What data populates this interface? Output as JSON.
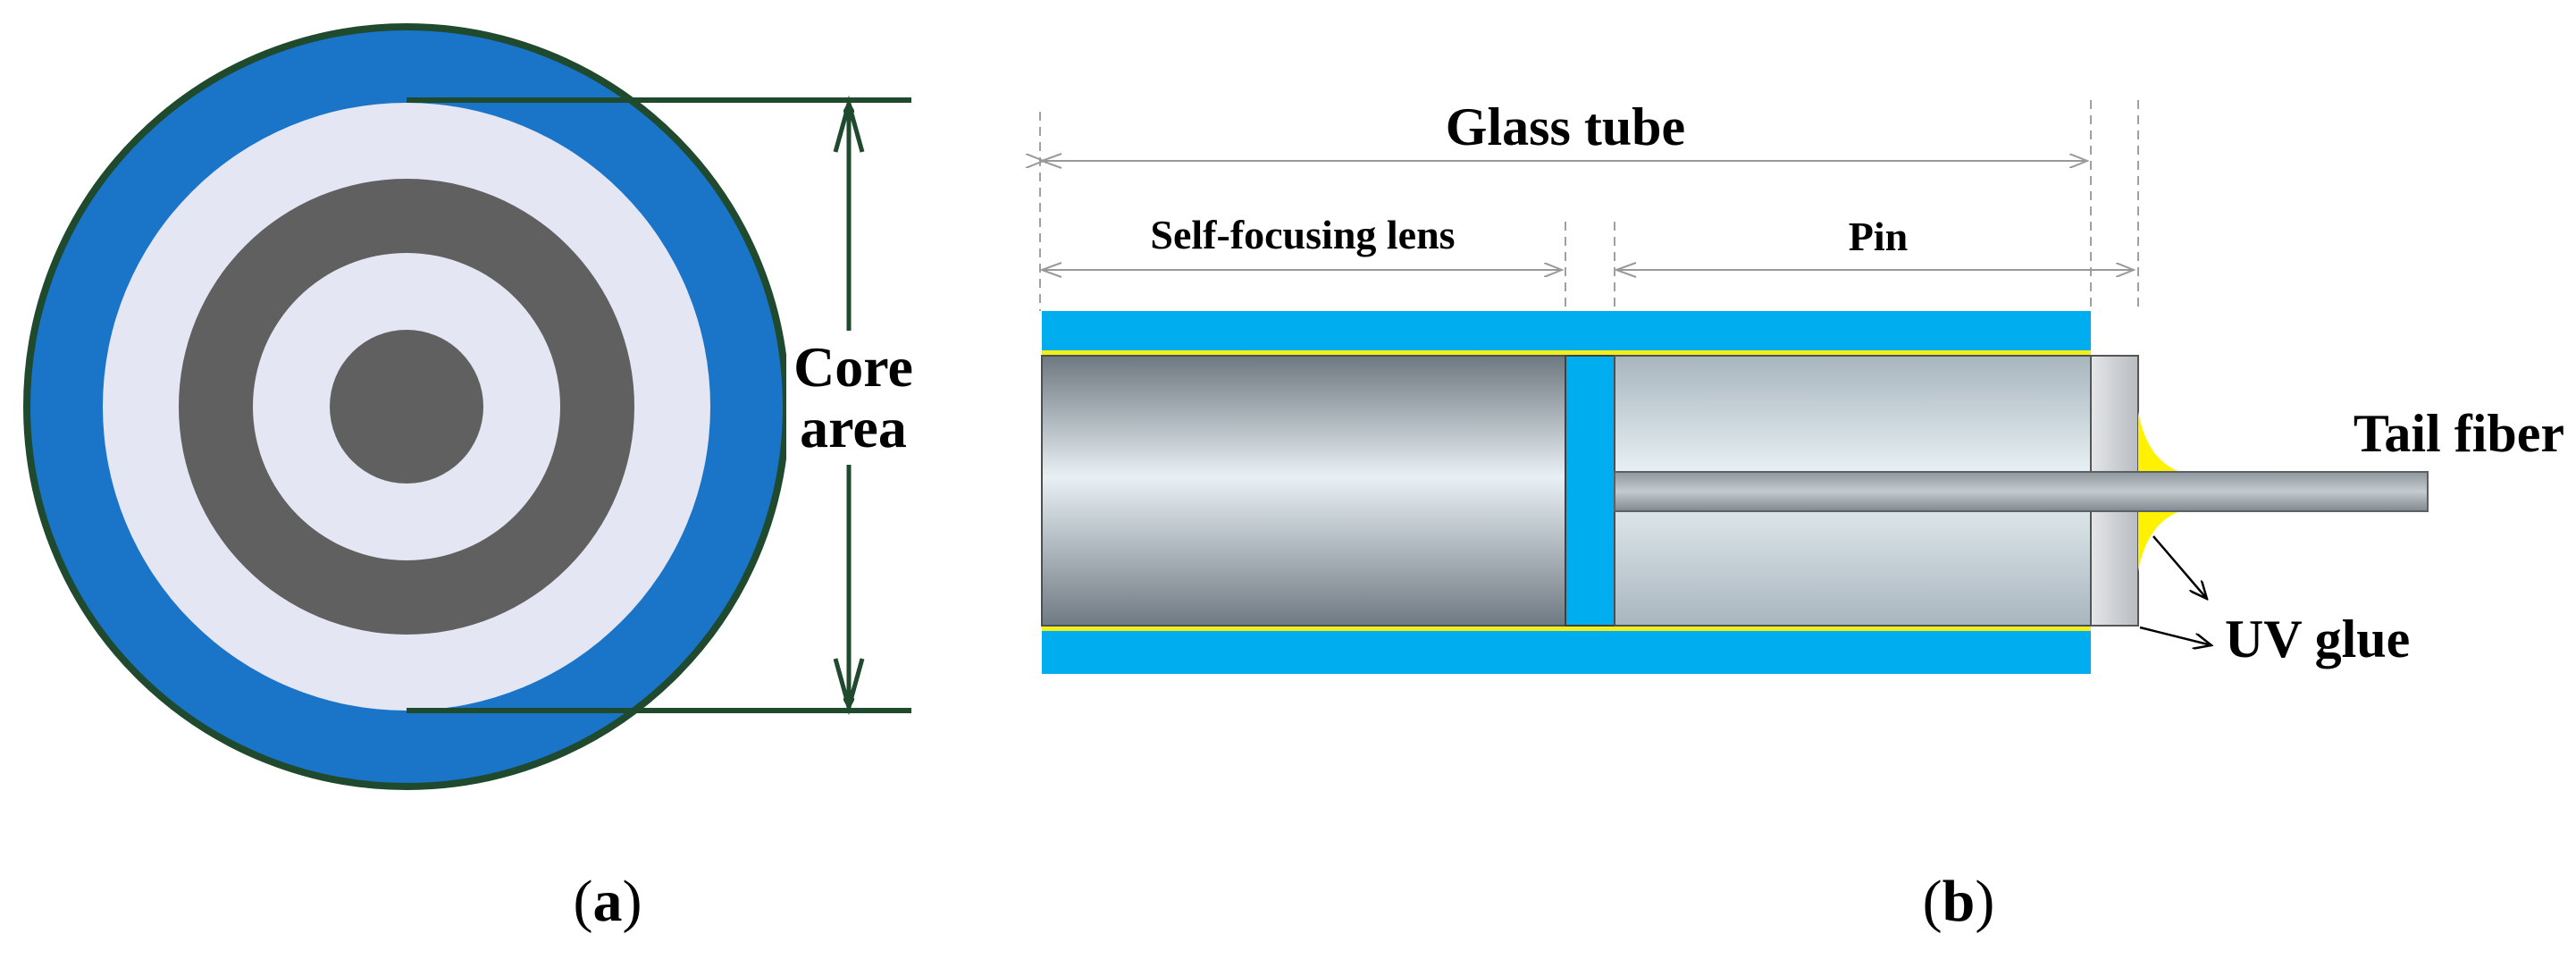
{
  "panel_a": {
    "label_line1": "Core",
    "label_line2": "area",
    "caption_letter": "a",
    "colors": {
      "outer_ring": "#1a74c7",
      "rim": "#1f4a2e",
      "light_ring": "#e4e7f3",
      "dark_ring": "#606060",
      "dimension_line": "#1f4a2e"
    }
  },
  "panel_b": {
    "glass_tube_label": "Glass tube",
    "lens_label": "Self-focusing lens",
    "pin_label": "Pin",
    "tail_fiber_label": "Tail fiber",
    "uv_glue_label": "UV glue",
    "caption_letter": "b",
    "colors": {
      "glass_wall": "#00aeef",
      "yellow_layer": "#f3ef1a",
      "uv_glue": "#fff200",
      "dimension_line": "#a0a0a0"
    }
  }
}
